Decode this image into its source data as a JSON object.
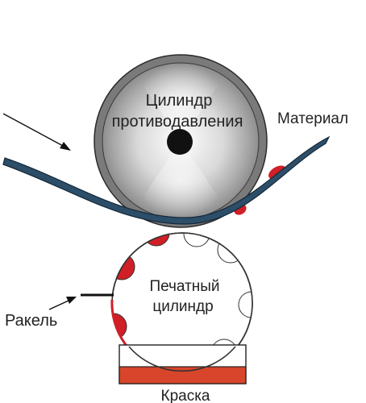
{
  "labels": {
    "impression_cylinder_line1": "Цилиндр",
    "impression_cylinder_line2": "противодавления",
    "material": "Материал",
    "print_cylinder_line1": "Печатный",
    "print_cylinder_line2": "цилиндр",
    "doctor_blade": "Ракель",
    "ink": "Краска"
  },
  "colors": {
    "web": "#2d4e68",
    "web_outline": "#13283a",
    "ink": "#d8452a",
    "ink_cell": "#d01f26",
    "cylinder_rim": "#3a3a3a",
    "hub": "#111111"
  }
}
